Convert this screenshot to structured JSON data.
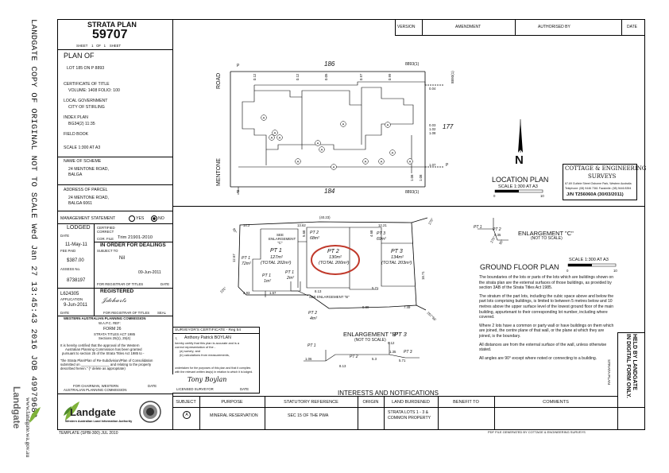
{
  "margin": {
    "left_text": "LANDGATE COPY OF ORIGINAL NOT TO SCALE    Wed Jan 27 13:45:43 2016    JOB 49979689",
    "website": "www.landgate.wa.gov.au",
    "landgate_brand": "Landgate"
  },
  "plan_header": {
    "title": "STRATA PLAN",
    "number": "59707",
    "sheet_label": "SHEET",
    "sheet_no": "1",
    "of_label": "OF",
    "of_no": "1",
    "sheet_suffix": "SHEET"
  },
  "plan_of": {
    "heading": "PLAN OF",
    "lot": "LOT 185 ON P 8893",
    "cert_label": "CERTIFICATE OF TITLE",
    "cert_value": "VOLUME:  1408   FOLIO:  100",
    "lg_label": "LOCAL GOVERNMENT",
    "lg_value": "CITY OF STIRLING",
    "index_label": "INDEX PLAN",
    "index_value": "BG34(2) 11:35",
    "fieldbook_label": "FIELD BOOK",
    "scale": "SCALE    1:300  AT  A3"
  },
  "scheme": {
    "label": "NAME OF SCHEME",
    "line1": "24 MENTONE ROAD,",
    "line2": "BALGA"
  },
  "parcel": {
    "label": "ADDRESS OF PARCEL",
    "line1": "24 MENTONE ROAD,",
    "line2": "BALGA   6061"
  },
  "management": {
    "label": "MANAGEMENT STATEMENT",
    "yes": "YES",
    "no": "NO",
    "lodged": "LODGED",
    "date_label": "DATE",
    "date_value": "11-May-11",
    "fee_label": "FEE PAID",
    "fee_value": "$387.00",
    "assess_label": "ASSESS No.",
    "assess_value": "8738197",
    "certified_label": "CERTIFIED CORRECT",
    "corr_file_label": "COR. FILE",
    "corr_file_value": "Trim 21901-2010",
    "dealings_label": "IN ORDER FOR DEALINGS",
    "subject_to": "SUBJECT TO",
    "nil": "Nil",
    "dealing_date": "09-Jun-2011",
    "registrar_label": "FOR REGISTRAR OF TITLES",
    "registrar_date": "DATE",
    "l_number": "L624305",
    "application_label": "APPLICATION",
    "application_date": "9-Jun-2011",
    "registered": "REGISTERED",
    "date2": "DATE",
    "registrar2": "FOR REGISTRAR OF TITLES",
    "seal": "SEAL"
  },
  "wapc": {
    "title": "WESTERN AUSTRALIAN PLANNING COMMISSION",
    "ref": "W.A.P.C. REF:",
    "form": "FORM 26",
    "act": "STRATA TITLES ACT 1985",
    "sections": "Sections 25(1), 25(4)",
    "cert1": "It is hereby certified that the approval of the Western",
    "cert2": "Australian Planning Commission has been granted",
    "cert3": "pursuant to section 25 of the Strata Titles Act 1985 to -",
    "cert4": "\"the Strata Plan/Plan of Re-Subdivision/Plan of Consolidation",
    "cert5": "submitted on _______________ and relating to the property",
    "cert6": "described herein.\"                           (* delete as appropriate)",
    "chairman": "FOR CHAIRMAN, WESTERN",
    "chairman2": "AUSTRALIAN PLANNING COMMISSION",
    "date": "DATE"
  },
  "surveyor": {
    "heading": "SURVEYOR'S CERTIFICATE - Reg 54",
    "i_label": "I,",
    "name": "Anthony Patrick BOYLAN",
    "l1": "hereby certify that this plan is accurate and is a",
    "l2": "correct representation of the -",
    "l3": "(a)  survey; and",
    "l4": "(b)  calculations from measurements,",
    "l5": "undertaken for the purposes of this plan and that it complies",
    "l6": "with the relevant written law(s) in relation to which it is lodged.",
    "signature": "Tony Boylan",
    "sig_label": "LICENSED SURVEYOR",
    "date_label": "DATE"
  },
  "amendments": {
    "cols": [
      "VERSION",
      "AMENDMENT",
      "AUTHORISED BY",
      "DATE"
    ]
  },
  "location_plan": {
    "title": "LOCATION PLAN",
    "scale": "SCALE 1:300 AT A3",
    "road_top": "ROAD",
    "road_left": "MENTONE",
    "lot_top": "186",
    "lot_bottom": "184",
    "lot_right": "177",
    "p_label": "P",
    "ref1": "8893(1)",
    "ref2": "8893(1)",
    "ref3": "8893(1)",
    "off1": "0.12",
    "off2": "0.12",
    "off3": "0.05",
    "off4": "0.97",
    "off5": "0.99",
    "off6": "0.04",
    "off7": "1.07",
    "off8": "1.08",
    "off9": "0.03",
    "off10": "1.08",
    "off11": "1.02",
    "off12": "1.08",
    "scale_0": "0",
    "scale_10": "10",
    "north": "N"
  },
  "company": {
    "name1": "COTTAGE & ENGINEERING",
    "name2": "SURVEYS",
    "addr": "67-69 Guthrie Street Osborne Park, Western Australia",
    "phone": "Telephone: (08) 9446 7361   Facsimile: (08) 9446 8394",
    "job": "J/N T256060A (30/03/2011)"
  },
  "ground_plan": {
    "title": "GROUND FLOOR PLAN",
    "scale": "SCALE 1:300 AT A3",
    "scale_0": "0",
    "scale_10": "10",
    "pt1": "PT 1",
    "pt1_area1": "127m²",
    "pt1_total": "(TOTAL 202m²)",
    "pt1b": "PT 1",
    "pt1b_area": "72m²",
    "pt1c": "PT 1",
    "pt1c_area": "1m²",
    "pt1d": "PT 1",
    "pt1d_area": "2m²",
    "pt2": "PT 2",
    "pt2_area": "130m²",
    "pt2_total": "(TOTAL 200m²)",
    "pt2b": "PT 2",
    "pt2b_area": "68m²",
    "pt2c": "PT 2",
    "pt2c_area": "4m²",
    "pt3": "PT 3",
    "pt3_area": "134m²",
    "pt3_total": "(TOTAL 203m²)",
    "pt3b": "PT 3",
    "pt3b_area": "69m²",
    "see_c1": "SEE",
    "see_c2": "ENLARGEMENT",
    "see_c3": "\"C\"",
    "see_b": "SEE ENLARGEMENT \"B\"",
    "d1": "(40.23)",
    "d2": "14.2",
    "d3": "13.62",
    "d4": "12.21",
    "d5": "12.67",
    "d6": "18.71",
    "d7": "2.93",
    "d8": "1.57",
    "d9": "8.13",
    "d10": "5.71",
    "d11": "9.89",
    "d12": "7.49",
    "d13": "4.68",
    "d14": "5.68",
    "bear1": "270°",
    "bear2": "90°",
    "bear3": "225°",
    "bear4": "267°56'"
  },
  "enl_c": {
    "title": "ENLARGEMENT \"C\"",
    "sub": "(NOT TO SCALE)",
    "pt1": "PT 1",
    "pt2": "PT 2",
    "d1": "0.35",
    "d2": "270°",
    "d3": "90°"
  },
  "enl_b": {
    "title": "ENLARGEMENT \"B\"",
    "sub": "(NOT TO SCALE)",
    "pt3": "PT 3",
    "pt1": "PT 1",
    "pt2": "PT 2",
    "pt3b": "PT 3",
    "d1": "1.06",
    "d2": "5.3",
    "d3": "8.13",
    "d4": "0.12",
    "d5": "1.35",
    "d6": "5.71"
  },
  "notes": {
    "p1": "The boundaries of the lots or parts of the lots which are buildings shown on the strata plan are the external surfaces of those buildings, as provided by section 3AB of the Strata Titles Act 1985.",
    "p2": "The stratum of the part lots, including the cubic space above and below the part lots comprising buildings, is limited to between 5 metres below and 10 metres above the upper surface level of the lowest ground floor of the main building, appurtenant to their corresponding lot number, including where covered.",
    "p3": "Where 2 lots have a common or party wall or have buildings on them which are joined, the centre plane of that wall, or the plane at which they are joined, is the boundary.",
    "p4": "All distances are from the external surface of the wall, unless otherwise stated.",
    "p5": "All angles are 90° except where noted or connecting to a building."
  },
  "held": {
    "l1": "HELD BY LANDGATE",
    "l2": "IN DIGITAL FORM ONLY.",
    "strata_plan": "STRATA PLAN"
  },
  "interests": {
    "title": "INTERESTS AND NOTIFICATIONS",
    "cols": [
      "SUBJECT",
      "PURPOSE",
      "STATUTORY REFERENCE",
      "ORIGIN",
      "LAND BURDENED",
      "BENEFIT TO",
      "COMMENTS"
    ],
    "row": {
      "subject": "A",
      "purpose": "MINERAL RESERVATION",
      "statutory": "SEC 15 OF THE PWA",
      "origin": "",
      "land1": "STRATA LOTS 1 - 3 &",
      "land2": "COMMON PROPERTY",
      "benefit": "",
      "comments": ""
    }
  },
  "footer": {
    "template": "TEMPLATE (SPBl-300) JUL 2010",
    "generated": "PDF FILE GENERATED BY COTTAGE & ENGINEERING SURVEYS",
    "logo": "Landgate",
    "logo_sub": "Western Australian Land Information Authority"
  }
}
